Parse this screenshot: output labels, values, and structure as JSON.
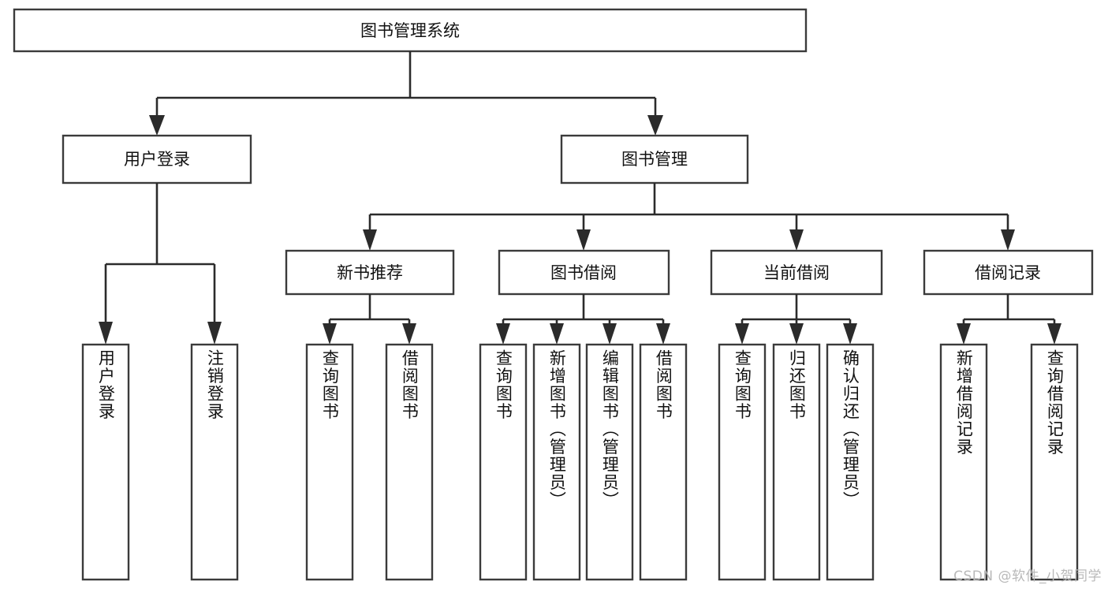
{
  "diagram": {
    "title": "图书管理系统",
    "watermark": "CSDN @软件_小贺同学",
    "colors": {
      "box_stroke": "#3b3b3b",
      "connector": "#2b2b2b",
      "background": "#ffffff",
      "text": "#111111",
      "watermark": "#b9b9b9"
    },
    "root": {
      "label": "图书管理系统"
    },
    "level2": [
      {
        "label": "用户登录"
      },
      {
        "label": "图书管理"
      }
    ],
    "level3": [
      {
        "label": "新书推荐"
      },
      {
        "label": "图书借阅"
      },
      {
        "label": "当前借阅"
      },
      {
        "label": "借阅记录"
      }
    ],
    "leaves": {
      "user_login": [
        {
          "label": "用户登录"
        },
        {
          "label": "注销登录"
        }
      ],
      "new_book_recommend": [
        {
          "label": "查询图书"
        },
        {
          "label": "借阅图书"
        }
      ],
      "book_borrow": [
        {
          "label": "查询图书"
        },
        {
          "label": "新增图书（管理员）"
        },
        {
          "label": "编辑图书（管理员）"
        },
        {
          "label": "借阅图书"
        }
      ],
      "current_borrow": [
        {
          "label": "查询图书"
        },
        {
          "label": "归还图书"
        },
        {
          "label": "确认归还（管理员）"
        }
      ],
      "borrow_record": [
        {
          "label": "新增借阅记录"
        },
        {
          "label": "查询借阅记录"
        }
      ]
    }
  }
}
